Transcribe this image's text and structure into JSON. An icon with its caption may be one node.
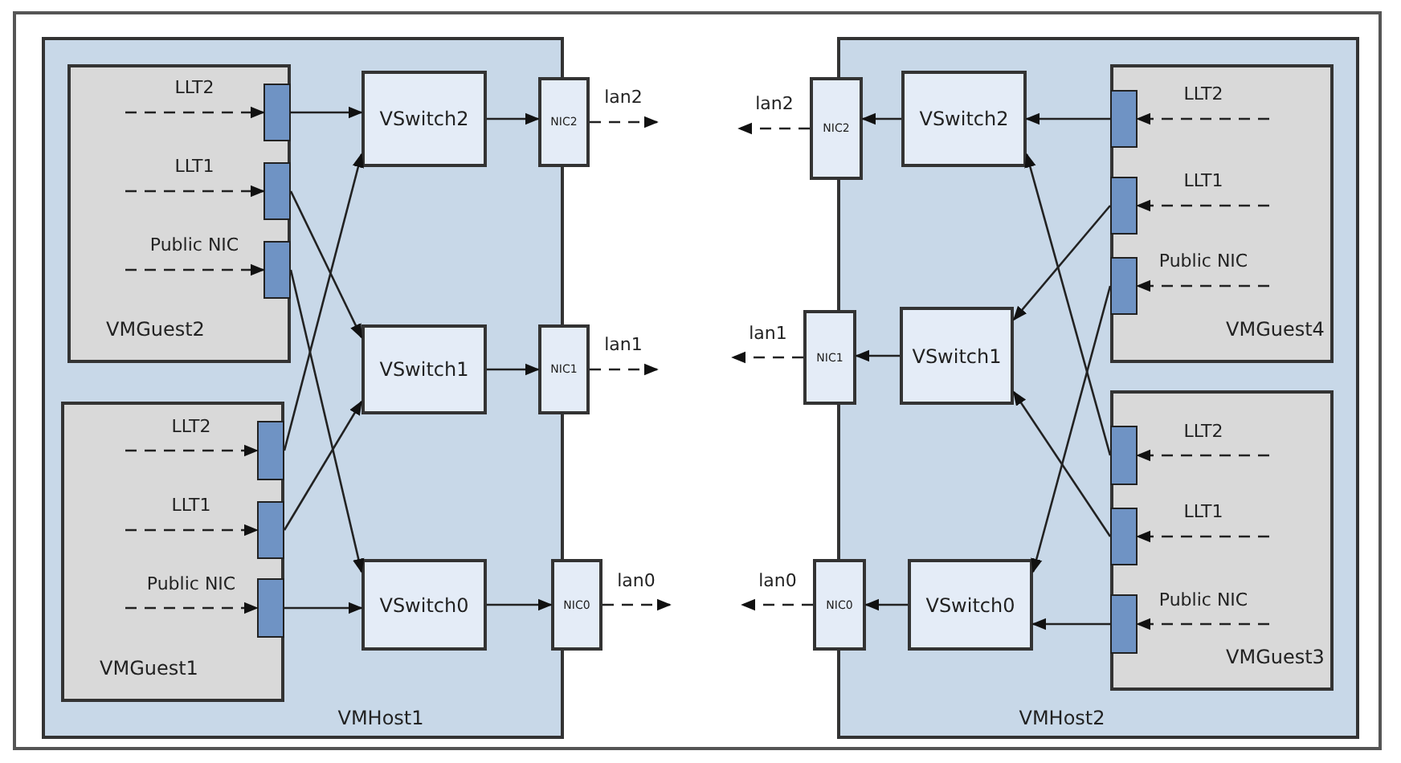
{
  "diagram": {
    "nodes": [
      {
        "text": [
          "VMHost1"
        ]
      },
      {
        "text": [
          "VMGuest2"
        ],
        "in": 0
      },
      {
        "text": [],
        "shape": "box",
        "in": 1
      },
      {
        "text": [],
        "shape": "box",
        "in": 1
      },
      {
        "text": [],
        "shape": "box",
        "in": 1
      },
      {
        "text": [
          "VMGuest1"
        ],
        "in": 0
      },
      {
        "text": [],
        "shape": "box",
        "in": 5
      },
      {
        "text": [],
        "shape": "box",
        "in": 5
      },
      {
        "text": [],
        "shape": "box",
        "in": 5
      },
      {
        "text": [
          "VSwitch2"
        ],
        "in": 0
      },
      {
        "text": [
          "VSwitch1"
        ],
        "in": 0
      },
      {
        "text": [
          "VSwitch0"
        ],
        "in": 0
      },
      {
        "text": [
          "NIC2"
        ]
      },
      {
        "text": [
          "NIC1"
        ]
      },
      {
        "text": [
          "NIC0"
        ]
      },
      {
        "text": [
          "VMHost2"
        ]
      },
      {
        "text": [
          "NIC2"
        ]
      },
      {
        "text": [
          "NIC1"
        ]
      },
      {
        "text": [
          "NIC0"
        ]
      },
      {
        "text": [
          "VSwitch2"
        ],
        "in": 15
      },
      {
        "text": [
          "VSwitch1"
        ],
        "in": 15
      },
      {
        "text": [
          "VSwitch0"
        ],
        "in": 15
      },
      {
        "text": [
          "VMGuest4"
        ],
        "in": 15
      },
      {
        "text": [],
        "shape": "box",
        "in": 22
      },
      {
        "text": [],
        "shape": "box",
        "in": 22
      },
      {
        "text": [],
        "shape": "box",
        "in": 22
      },
      {
        "text": [
          "VMGuest3"
        ],
        "in": 15
      },
      {
        "text": [],
        "shape": "box",
        "in": 26
      },
      {
        "text": [],
        "shape": "box",
        "in": 26
      },
      {
        "text": [],
        "shape": "box",
        "in": 26
      }
    ],
    "edges": [
      {
        "from": null,
        "to": 2,
        "arrow": "to",
        "label": "LLT2",
        "style": "dashed"
      },
      {
        "from": null,
        "to": 3,
        "arrow": "to",
        "label": "LLT1",
        "style": "dashed"
      },
      {
        "from": null,
        "to": 4,
        "arrow": "to",
        "label": "Public NIC",
        "style": "dashed"
      },
      {
        "from": null,
        "to": 6,
        "arrow": "to",
        "label": "LLT2",
        "style": "dashed"
      },
      {
        "from": null,
        "to": 7,
        "arrow": "to",
        "label": "LLT1",
        "style": "dashed"
      },
      {
        "from": null,
        "to": 8,
        "arrow": "to",
        "label": "Public NIC",
        "style": "dashed"
      },
      {
        "from": 2,
        "to": 9,
        "arrow": "to"
      },
      {
        "from": 3,
        "to": 10,
        "arrow": "to"
      },
      {
        "from": 4,
        "to": 11,
        "arrow": "to"
      },
      {
        "from": 6,
        "to": 9,
        "arrow": "to"
      },
      {
        "from": 7,
        "to": 10,
        "arrow": "to"
      },
      {
        "from": 8,
        "to": 11,
        "arrow": "to"
      },
      {
        "from": 9,
        "to": 12,
        "arrow": "to"
      },
      {
        "from": 10,
        "to": 13,
        "arrow": "to"
      },
      {
        "from": 11,
        "to": 14,
        "arrow": "to"
      },
      {
        "from": 12,
        "to": null,
        "arrow": "to",
        "label": "lan2",
        "style": "dashed"
      },
      {
        "from": 13,
        "to": null,
        "arrow": "to",
        "label": "lan1",
        "style": "dashed"
      },
      {
        "from": 14,
        "to": null,
        "arrow": "to",
        "label": "lan0",
        "style": "dashed"
      },
      {
        "from": null,
        "to": 23,
        "arrow": "to",
        "label": "LLT2",
        "style": "dashed"
      },
      {
        "from": null,
        "to": 24,
        "arrow": "to",
        "label": "LLT1",
        "style": "dashed"
      },
      {
        "from": null,
        "to": 25,
        "arrow": "to",
        "label": "Public NIC",
        "style": "dashed"
      },
      {
        "from": null,
        "to": 27,
        "arrow": "to",
        "label": "LLT2",
        "style": "dashed"
      },
      {
        "from": null,
        "to": 28,
        "arrow": "to",
        "label": "LLT1",
        "style": "dashed"
      },
      {
        "from": null,
        "to": 29,
        "arrow": "to",
        "label": "Public NIC",
        "style": "dashed"
      },
      {
        "from": 23,
        "to": 19,
        "arrow": "to"
      },
      {
        "from": 24,
        "to": 20,
        "arrow": "to"
      },
      {
        "from": 25,
        "to": 21,
        "arrow": "to"
      },
      {
        "from": 27,
        "to": 19,
        "arrow": "to"
      },
      {
        "from": 28,
        "to": 20,
        "arrow": "to"
      },
      {
        "from": 29,
        "to": 21,
        "arrow": "to"
      },
      {
        "from": 19,
        "to": 16,
        "arrow": "to"
      },
      {
        "from": 20,
        "to": 17,
        "arrow": "to"
      },
      {
        "from": 21,
        "to": 18,
        "arrow": "to"
      },
      {
        "from": 16,
        "to": null,
        "arrow": "to",
        "label": "lan2",
        "style": "dashed"
      },
      {
        "from": 17,
        "to": null,
        "arrow": "to",
        "label": "lan1",
        "style": "dashed"
      },
      {
        "from": 18,
        "to": null,
        "arrow": "to",
        "label": "lan0",
        "style": "dashed"
      }
    ]
  }
}
